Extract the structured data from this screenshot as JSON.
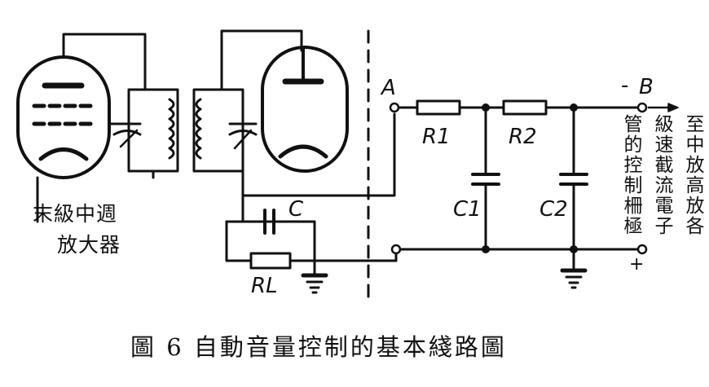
{
  "labels": {
    "stage_left_line1": "末級中週",
    "stage_left_line2": "放大器",
    "node_a": "A",
    "node_b": "B",
    "minus_sign": "-",
    "plus_sign": "+",
    "cap_c": "C",
    "res_rl": "RL",
    "res_r1": "R1",
    "res_r2": "R2",
    "cap_c1": "C1",
    "cap_c2": "C2",
    "out_col1": "至中放高放各",
    "out_col2": "級速截流電子",
    "out_col3": "管的控制柵極",
    "caption": "圖 6 自動音量控制的基本綫路圖"
  }
}
